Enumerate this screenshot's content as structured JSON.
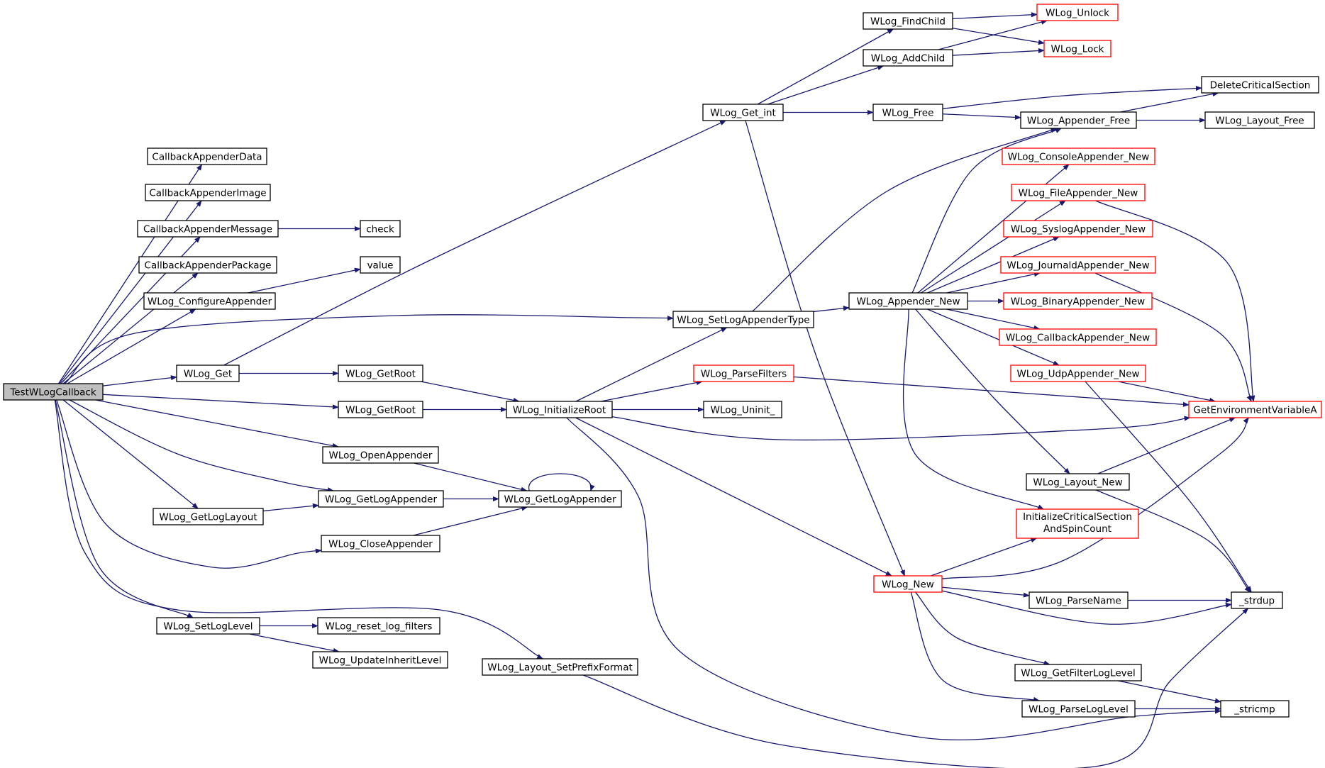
{
  "colors": {
    "edge": "#191970",
    "truncated_border": "#ff0000",
    "normal_border": "#000000",
    "root_fill": "#bfbfbf",
    "background": "#ffffff"
  },
  "nodes": [
    {
      "id": "TestWLogCallback",
      "label": "TestWLogCallback",
      "root": true
    },
    {
      "id": "CallbackAppenderData",
      "label": "CallbackAppenderData"
    },
    {
      "id": "CallbackAppenderImage",
      "label": "CallbackAppenderImage"
    },
    {
      "id": "CallbackAppenderMessage",
      "label": "CallbackAppenderMessage"
    },
    {
      "id": "CallbackAppenderPackage",
      "label": "CallbackAppenderPackage"
    },
    {
      "id": "WLog_ConfigureAppender",
      "label": "WLog_ConfigureAppender"
    },
    {
      "id": "check",
      "label": "check"
    },
    {
      "id": "value",
      "label": "value"
    },
    {
      "id": "WLog_Get",
      "label": "WLog_Get"
    },
    {
      "id": "WLog_GetRoot_1",
      "label": "WLog_GetRoot"
    },
    {
      "id": "WLog_GetRoot_2",
      "label": "WLog_GetRoot"
    },
    {
      "id": "WLog_OpenAppender",
      "label": "WLog_OpenAppender"
    },
    {
      "id": "WLog_GetLogAppender_1",
      "label": "WLog_GetLogAppender"
    },
    {
      "id": "WLog_GetLogLayout",
      "label": "WLog_GetLogLayout"
    },
    {
      "id": "WLog_CloseAppender",
      "label": "WLog_CloseAppender"
    },
    {
      "id": "WLog_GetLogAppender_2",
      "label": "WLog_GetLogAppender"
    },
    {
      "id": "WLog_SetLogLevel",
      "label": "WLog_SetLogLevel"
    },
    {
      "id": "WLog_reset_log_filters",
      "label": "WLog_reset_log_filters"
    },
    {
      "id": "WLog_UpdateInheritLevel",
      "label": "WLog_UpdateInheritLevel"
    },
    {
      "id": "WLog_Layout_SetPrefixFormat",
      "label": "WLog_Layout_SetPrefixFormat"
    },
    {
      "id": "WLog_InitializeRoot",
      "label": "WLog_InitializeRoot"
    },
    {
      "id": "WLog_SetLogAppenderType",
      "label": "WLog_SetLogAppenderType"
    },
    {
      "id": "WLog_Get_int",
      "label": "WLog_Get_int"
    },
    {
      "id": "WLog_ParseFilters",
      "label": "WLog_ParseFilters",
      "truncated": true
    },
    {
      "id": "WLog_Uninit_",
      "label": "WLog_Uninit_"
    },
    {
      "id": "WLog_FindChild",
      "label": "WLog_FindChild"
    },
    {
      "id": "WLog_AddChild",
      "label": "WLog_AddChild"
    },
    {
      "id": "WLog_Free",
      "label": "WLog_Free"
    },
    {
      "id": "WLog_Appender_New",
      "label": "WLog_Appender_New"
    },
    {
      "id": "WLog_New",
      "label": "WLog_New",
      "truncated": true
    },
    {
      "id": "WLog_Unlock",
      "label": "WLog_Unlock",
      "truncated": true
    },
    {
      "id": "WLog_Lock",
      "label": "WLog_Lock",
      "truncated": true
    },
    {
      "id": "WLog_Appender_Free",
      "label": "WLog_Appender_Free"
    },
    {
      "id": "WLog_ConsoleAppender_New",
      "label": "WLog_ConsoleAppender_New",
      "truncated": true
    },
    {
      "id": "WLog_FileAppender_New",
      "label": "WLog_FileAppender_New",
      "truncated": true
    },
    {
      "id": "WLog_SyslogAppender_New",
      "label": "WLog_SyslogAppender_New",
      "truncated": true
    },
    {
      "id": "WLog_JournaldAppender_New",
      "label": "WLog_JournaldAppender_New",
      "truncated": true
    },
    {
      "id": "WLog_BinaryAppender_New",
      "label": "WLog_BinaryAppender_New",
      "truncated": true
    },
    {
      "id": "WLog_CallbackAppender_New",
      "label": "WLog_CallbackAppender_New",
      "truncated": true
    },
    {
      "id": "WLog_UdpAppender_New",
      "label": "WLog_UdpAppender_New",
      "truncated": true
    },
    {
      "id": "WLog_Layout_New",
      "label": "WLog_Layout_New"
    },
    {
      "id": "InitializeCriticalSectionAndSpinCount",
      "label": "InitializeCriticalSection",
      "label2": "AndSpinCount",
      "truncated": true
    },
    {
      "id": "WLog_ParseName",
      "label": "WLog_ParseName"
    },
    {
      "id": "WLog_GetFilterLogLevel",
      "label": "WLog_GetFilterLogLevel"
    },
    {
      "id": "WLog_ParseLogLevel",
      "label": "WLog_ParseLogLevel"
    },
    {
      "id": "DeleteCriticalSection",
      "label": "DeleteCriticalSection"
    },
    {
      "id": "WLog_Layout_Free",
      "label": "WLog_Layout_Free"
    },
    {
      "id": "GetEnvironmentVariableA",
      "label": "GetEnvironmentVariableA",
      "truncated": true
    },
    {
      "id": "_strdup",
      "label": "_strdup"
    },
    {
      "id": "_stricmp",
      "label": "_stricmp"
    }
  ],
  "edges": [
    [
      "TestWLogCallback",
      "CallbackAppenderData"
    ],
    [
      "TestWLogCallback",
      "CallbackAppenderImage"
    ],
    [
      "TestWLogCallback",
      "CallbackAppenderMessage"
    ],
    [
      "TestWLogCallback",
      "CallbackAppenderPackage"
    ],
    [
      "TestWLogCallback",
      "WLog_ConfigureAppender"
    ],
    [
      "TestWLogCallback",
      "WLog_SetLogAppenderType"
    ],
    [
      "TestWLogCallback",
      "WLog_Get"
    ],
    [
      "TestWLogCallback",
      "WLog_GetRoot_2"
    ],
    [
      "TestWLogCallback",
      "WLog_OpenAppender"
    ],
    [
      "TestWLogCallback",
      "WLog_GetLogAppender_1"
    ],
    [
      "TestWLogCallback",
      "WLog_GetLogLayout"
    ],
    [
      "TestWLogCallback",
      "WLog_CloseAppender"
    ],
    [
      "TestWLogCallback",
      "WLog_SetLogLevel"
    ],
    [
      "TestWLogCallback",
      "WLog_Layout_SetPrefixFormat"
    ],
    [
      "CallbackAppenderMessage",
      "check"
    ],
    [
      "WLog_ConfigureAppender",
      "value"
    ],
    [
      "WLog_Get",
      "WLog_Get_int"
    ],
    [
      "WLog_Get",
      "WLog_GetRoot_1"
    ],
    [
      "WLog_GetRoot_1",
      "WLog_InitializeRoot"
    ],
    [
      "WLog_GetRoot_2",
      "WLog_InitializeRoot"
    ],
    [
      "WLog_OpenAppender",
      "WLog_GetLogAppender_2"
    ],
    [
      "WLog_GetLogAppender_1",
      "WLog_GetLogAppender_2"
    ],
    [
      "WLog_GetLogLayout",
      "WLog_GetLogAppender_1"
    ],
    [
      "WLog_CloseAppender",
      "WLog_GetLogAppender_2"
    ],
    [
      "WLog_GetLogAppender_2",
      "WLog_GetLogAppender_2"
    ],
    [
      "WLog_SetLogLevel",
      "WLog_reset_log_filters"
    ],
    [
      "WLog_SetLogLevel",
      "WLog_UpdateInheritLevel"
    ],
    [
      "WLog_Layout_SetPrefixFormat",
      "_strdup"
    ],
    [
      "WLog_InitializeRoot",
      "WLog_SetLogAppenderType"
    ],
    [
      "WLog_InitializeRoot",
      "WLog_ParseFilters"
    ],
    [
      "WLog_InitializeRoot",
      "WLog_Uninit_"
    ],
    [
      "WLog_InitializeRoot",
      "GetEnvironmentVariableA"
    ],
    [
      "WLog_InitializeRoot",
      "WLog_New"
    ],
    [
      "WLog_InitializeRoot",
      "_stricmp"
    ],
    [
      "WLog_SetLogAppenderType",
      "WLog_Appender_Free"
    ],
    [
      "WLog_SetLogAppenderType",
      "WLog_Appender_New"
    ],
    [
      "WLog_Get_int",
      "WLog_FindChild"
    ],
    [
      "WLog_Get_int",
      "WLog_AddChild"
    ],
    [
      "WLog_Get_int",
      "WLog_Free"
    ],
    [
      "WLog_Get_int",
      "WLog_New"
    ],
    [
      "WLog_ParseFilters",
      "GetEnvironmentVariableA"
    ],
    [
      "WLog_FindChild",
      "WLog_Unlock"
    ],
    [
      "WLog_FindChild",
      "WLog_Lock"
    ],
    [
      "WLog_AddChild",
      "WLog_Unlock"
    ],
    [
      "WLog_AddChild",
      "WLog_Lock"
    ],
    [
      "WLog_Free",
      "DeleteCriticalSection"
    ],
    [
      "WLog_Free",
      "WLog_Appender_Free"
    ],
    [
      "WLog_Appender_Free",
      "DeleteCriticalSection"
    ],
    [
      "WLog_Appender_Free",
      "WLog_Layout_Free"
    ],
    [
      "WLog_Appender_New",
      "WLog_Appender_Free"
    ],
    [
      "WLog_Appender_New",
      "WLog_ConsoleAppender_New"
    ],
    [
      "WLog_Appender_New",
      "WLog_FileAppender_New"
    ],
    [
      "WLog_Appender_New",
      "WLog_SyslogAppender_New"
    ],
    [
      "WLog_Appender_New",
      "WLog_JournaldAppender_New"
    ],
    [
      "WLog_Appender_New",
      "WLog_BinaryAppender_New"
    ],
    [
      "WLog_Appender_New",
      "WLog_CallbackAppender_New"
    ],
    [
      "WLog_Appender_New",
      "WLog_UdpAppender_New"
    ],
    [
      "WLog_Appender_New",
      "WLog_Layout_New"
    ],
    [
      "WLog_Appender_New",
      "InitializeCriticalSectionAndSpinCount"
    ],
    [
      "WLog_FileAppender_New",
      "GetEnvironmentVariableA"
    ],
    [
      "WLog_JournaldAppender_New",
      "GetEnvironmentVariableA"
    ],
    [
      "WLog_UdpAppender_New",
      "GetEnvironmentVariableA"
    ],
    [
      "WLog_UdpAppender_New",
      "_strdup"
    ],
    [
      "WLog_Layout_New",
      "GetEnvironmentVariableA"
    ],
    [
      "WLog_Layout_New",
      "_strdup"
    ],
    [
      "WLog_New",
      "InitializeCriticalSectionAndSpinCount"
    ],
    [
      "WLog_New",
      "GetEnvironmentVariableA"
    ],
    [
      "WLog_New",
      "WLog_ParseName"
    ],
    [
      "WLog_New",
      "_strdup"
    ],
    [
      "WLog_New",
      "WLog_GetFilterLogLevel"
    ],
    [
      "WLog_New",
      "WLog_ParseLogLevel"
    ],
    [
      "WLog_ParseName",
      "_strdup"
    ],
    [
      "WLog_GetFilterLogLevel",
      "_stricmp"
    ],
    [
      "WLog_ParseLogLevel",
      "_stricmp"
    ]
  ]
}
